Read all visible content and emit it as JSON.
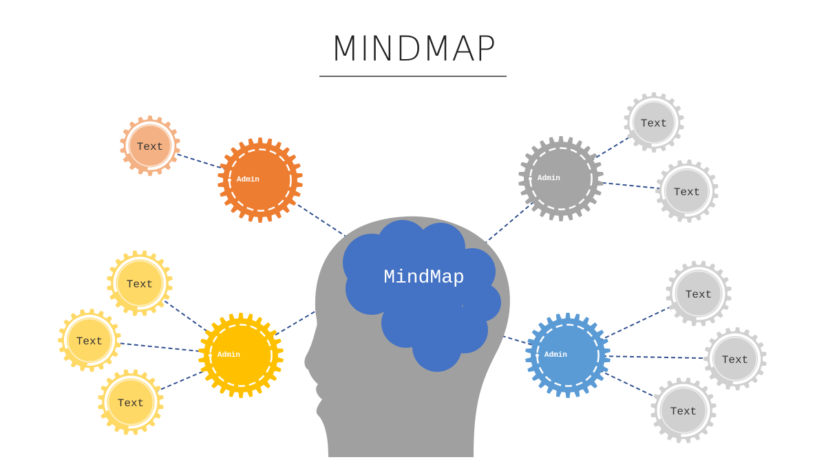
{
  "title": "MINDMAP",
  "center": {
    "label": "MindMap"
  },
  "colors": {
    "head": "#a0a0a0",
    "brain": "#4472c4",
    "connector": "#2f4f8f",
    "orange_dark": "#ed7d31",
    "orange_light": "#f4b183",
    "yellow_dark": "#ffc000",
    "yellow_light": "#ffd966",
    "gray_dark": "#a5a5a5",
    "gray_light": "#d0d0d0",
    "blue_dark": "#5b9bd5"
  },
  "hubs": [
    {
      "id": "orange",
      "label": "Admin",
      "color": "orange_dark",
      "children": [
        {
          "label": "Text",
          "color": "orange_light"
        }
      ]
    },
    {
      "id": "yellow",
      "label": "Admin",
      "color": "yellow_dark",
      "children": [
        {
          "label": "Text",
          "color": "yellow_light"
        },
        {
          "label": "Text",
          "color": "yellow_light"
        },
        {
          "label": "Text",
          "color": "yellow_light"
        }
      ]
    },
    {
      "id": "gray",
      "label": "Admin",
      "color": "gray_dark",
      "children": [
        {
          "label": "Text",
          "color": "gray_light"
        },
        {
          "label": "Text",
          "color": "gray_light"
        }
      ]
    },
    {
      "id": "blue",
      "label": "Admin",
      "color": "blue_dark",
      "children": [
        {
          "label": "Text",
          "color": "gray_light"
        },
        {
          "label": "Text",
          "color": "gray_light"
        },
        {
          "label": "Text",
          "color": "gray_light"
        }
      ]
    }
  ]
}
